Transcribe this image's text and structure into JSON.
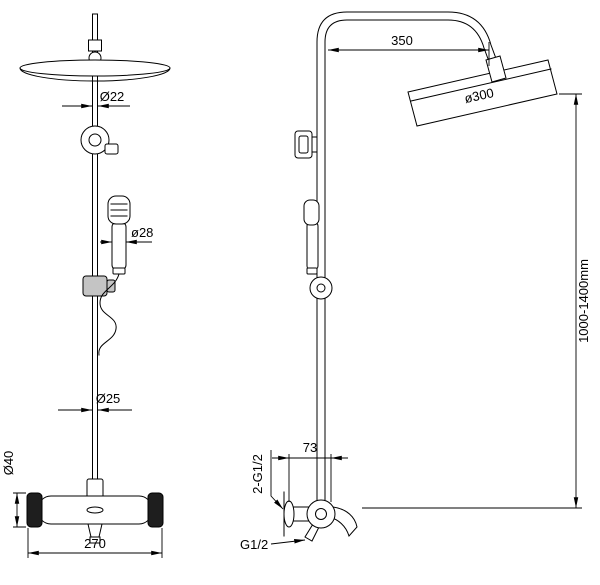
{
  "style": {
    "background": "#ffffff",
    "line_color": "#000000",
    "handle_color": "#1e1e1e",
    "slider_color": "#c4c4c4"
  },
  "drawing": {
    "views": {
      "front": {
        "labels": {
          "head_pipe_diameter": "Ø22",
          "hand_shower_diameter": "ø28",
          "riser_pipe_diameter": "Ø25",
          "mixer_body_diameter": "Ø40",
          "mixer_width": "270"
        }
      },
      "side": {
        "labels": {
          "arm_projection": "350",
          "head_diameter": "ø300",
          "column_height": "1000-1400mm",
          "wall_offset": "73",
          "inlet_thread": "2-G1/2",
          "outlet_thread": "G1/2"
        }
      }
    }
  }
}
